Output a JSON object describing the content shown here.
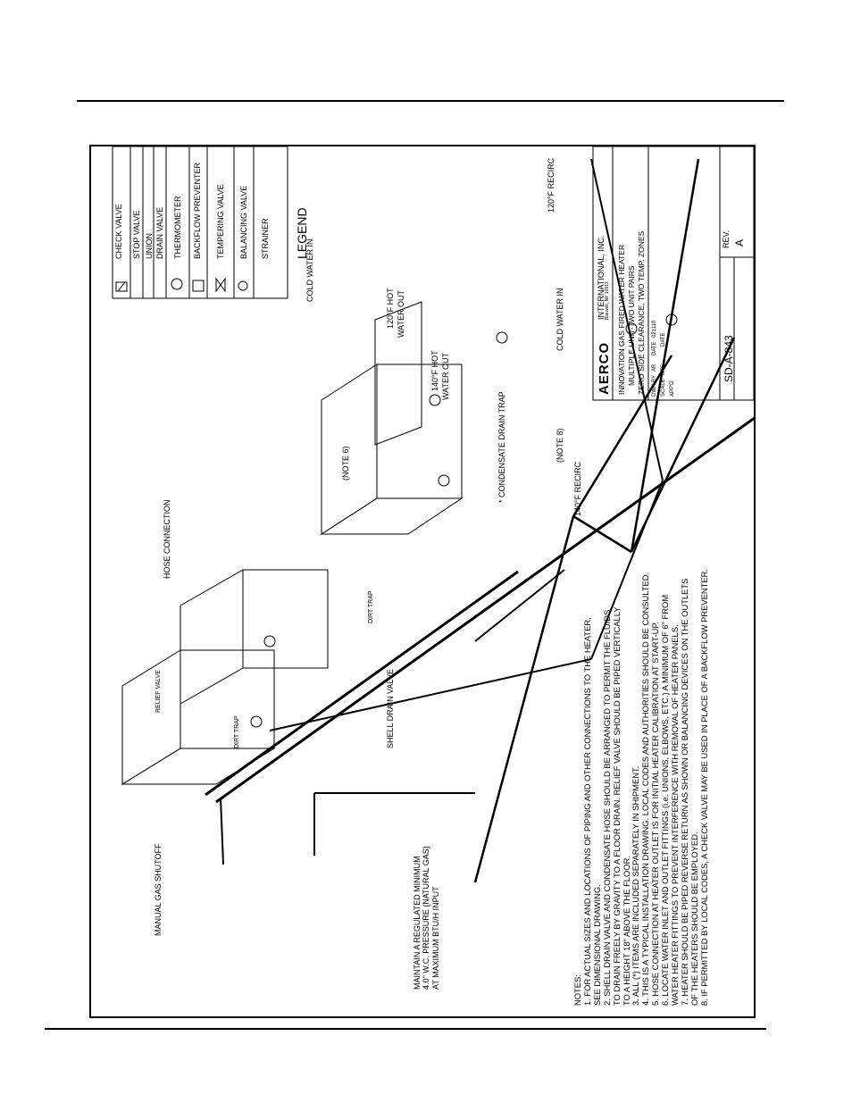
{
  "legend": {
    "title": "LEGEND",
    "items": [
      {
        "icon": "check-valve-icon",
        "label": "CHECK VALVE"
      },
      {
        "icon": "stop-valve-icon",
        "label": "STOP VALVE"
      },
      {
        "icon": "union-icon",
        "label": "UNION"
      },
      {
        "icon": "drain-valve-icon",
        "label": "DRAIN VALVE"
      },
      {
        "icon": "thermometer-icon",
        "label": "THERMOMETER"
      },
      {
        "icon": "backflow-preventer-icon",
        "label": "BACKFLOW PREVENTER"
      },
      {
        "icon": "tempering-valve-icon",
        "label": "TEMPERING VALVE"
      },
      {
        "icon": "balancing-valve-icon",
        "label": "BALANCING VALVE"
      },
      {
        "icon": "strainer-icon",
        "label": "STRAINER"
      }
    ]
  },
  "callouts": {
    "cold_water_in_1": "COLD WATER IN",
    "cold_water_in_2": "COLD WATER IN",
    "recirc_120": "120°F RECIRC",
    "hot_120_a": "120°F HOT",
    "hot_120_b": "WATER OUT",
    "hot_140_a": "140°F HOT",
    "hot_140_b": "WATER OUT",
    "recirc_140": "140°F RECIRC",
    "note6": "(NOTE 6)",
    "note8": "(NOTE 8)",
    "condensate": "* CONDENSATE DRAIN TRAP",
    "hose": "HOSE CONNECTION",
    "relief": "RELIEF VALVE",
    "dirt_trap_1": "DIRT TRAP",
    "dirt_trap_2": "DIRT TRAP",
    "shell_drain": "SHELL DRAIN VALVE",
    "gas_shutoff": "MANUAL GAS SHUTOFF",
    "gas_note": [
      "MAINTAIN A REGULATED MINIMUM",
      "4.0\" W.C. PRESSURE (NATURAL GAS)",
      "AT MAXIMUM BTU/H INPUT"
    ]
  },
  "notes": {
    "heading": "NOTES:",
    "lines": [
      "1. FOR ACTUAL SIZES AND LOCATIONS OF PIPING AND OTHER CONNECTIONS TO THE HEATER,",
      "    SEE DIMENSIONAL DRAWING.",
      "2. SHELL DRAIN VALVE AND CONDENSATE HOSE SHOULD BE ARRANGED  TO PERMIT THE FLUIDS",
      "    TO DRAIN FREELY BY GRAVITY TO A FLOOR DRAIN. RELIEF VALVE SHOULD BE PIPED VERTICALLY",
      "    TO A HEIGHT 18\" ABOVE THE FLOOR.",
      "3. ALL (*) ITEMS ARE INCLUDED SEPARATELY IN SHIPMENT.",
      "4. THIS IS A TYPICAL INSTALLATION DRAWING. LOCAL CODES AND AUTHORITIES SHOULD BE CONSULTED.",
      "5. HOSE CONNECTION AT HEATER OUTLET IS FOR INITIAL HEATER CALIBRATION AT START-UP.",
      "6. LOCATE WATER INLET AND OUTLET FITTINGS (i.e. UNIONS, ELBOWS, ETC.) A MINIMUM OF 6\" FROM",
      "    WATER HEATER FITTINGS TO PREVENT INTERFERENCE WITH REMOVAL OF HEATER PANELS.",
      "7. HEATER SHOULD BE PIPED REVERSE RETURN AS SHOWN OR BALANCING DEVICES ON THE OUTLETS",
      "    OF THE HEATERS SHOULD BE EMPLOYED.",
      "8. IF PERMITTED BY LOCAL CODES, A CHECK VALVE MAY BE USED IN PLACE OF A BACKFLOW PREVENTER."
    ]
  },
  "title_block": {
    "logo": "AERCO",
    "company": "INTERNATIONAL, INC.",
    "address": "Blauvelt, NY 10913",
    "title_lines": [
      "INNOVATION GAS FIRED WATER HEATER",
      "MULTIPLE UNIT-TWO UNIT PAIRS",
      "ZERO SIDE CLEARANCE, TWO TEMP. ZONES"
    ],
    "dwn_by_label": "DWN.BY",
    "dwn_by": "AR",
    "date_label": "DATE",
    "date": "021110",
    "scale_label": "SCALE",
    "scale": "NTS",
    "date2_label": "DATE",
    "appd_label": "APP'D",
    "drawing_no": "SD-A-843",
    "rev_label": "REV.",
    "rev": "A"
  }
}
